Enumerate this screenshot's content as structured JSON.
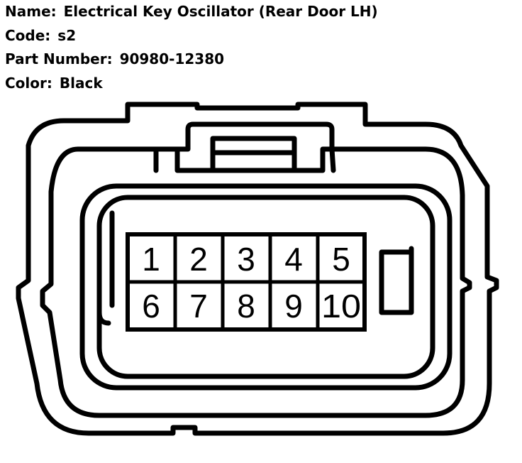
{
  "info": {
    "name_label": "Name:",
    "name_value": "Electrical Key Oscillator (Rear Door LH)",
    "code_label": "Code:",
    "code_value": "s2",
    "part_label": "Part Number:",
    "part_value": "90980-12380",
    "color_label": "Color:",
    "color_value": "Black"
  },
  "pins": {
    "top_row": [
      "1",
      "2",
      "3",
      "4",
      "5"
    ],
    "bottom_row": [
      "6",
      "7",
      "8",
      "9",
      "10"
    ]
  }
}
